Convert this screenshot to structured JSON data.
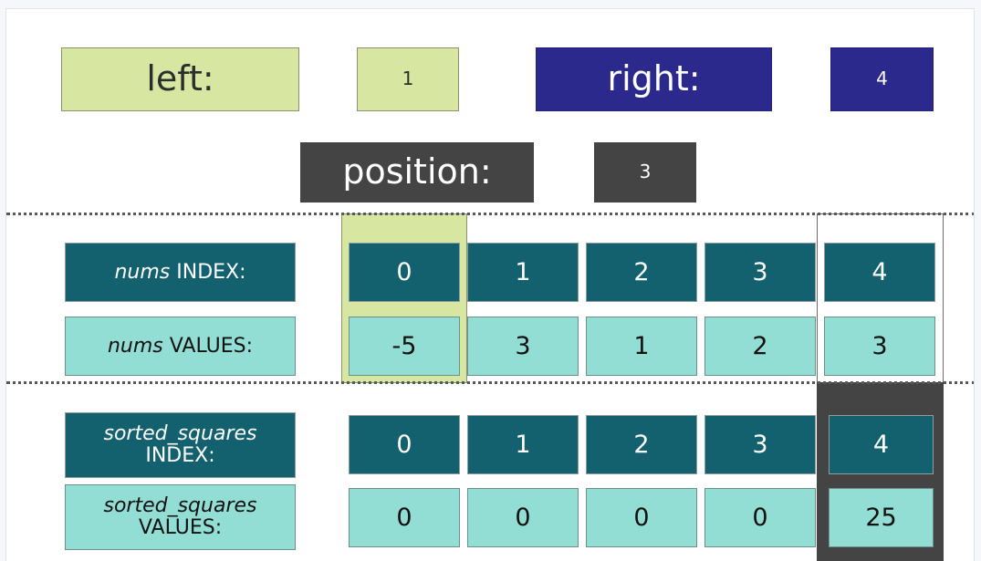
{
  "colors": {
    "green": "#d7e7a1",
    "navy": "#2b2a8c",
    "dark_gray": "#444444",
    "teal_dark": "#13616f",
    "teal_light": "#92ded5",
    "page_bg": "#f5f7fa"
  },
  "pointers": {
    "left": {
      "label": "left:",
      "value": "1"
    },
    "right": {
      "label": "right:",
      "value": "4"
    },
    "position": {
      "label": "position:",
      "value": "3"
    }
  },
  "nums": {
    "index_label_italic": "nums",
    "index_label_rest": " INDEX:",
    "values_label_italic": "nums",
    "values_label_rest": " VALUES:",
    "indices": [
      "0",
      "1",
      "2",
      "3",
      "4"
    ],
    "values": [
      "-5",
      "3",
      "1",
      "2",
      "3"
    ],
    "highlight_left_index": 0,
    "highlight_right_index": 4
  },
  "sorted_squares": {
    "index_label_italic": "sorted_squares",
    "index_label_rest": "INDEX:",
    "values_label_italic": "sorted_squares",
    "values_label_rest": "VALUES:",
    "indices": [
      "0",
      "1",
      "2",
      "3",
      "4"
    ],
    "values": [
      "0",
      "0",
      "0",
      "0",
      "25"
    ],
    "highlight_index": 4
  }
}
